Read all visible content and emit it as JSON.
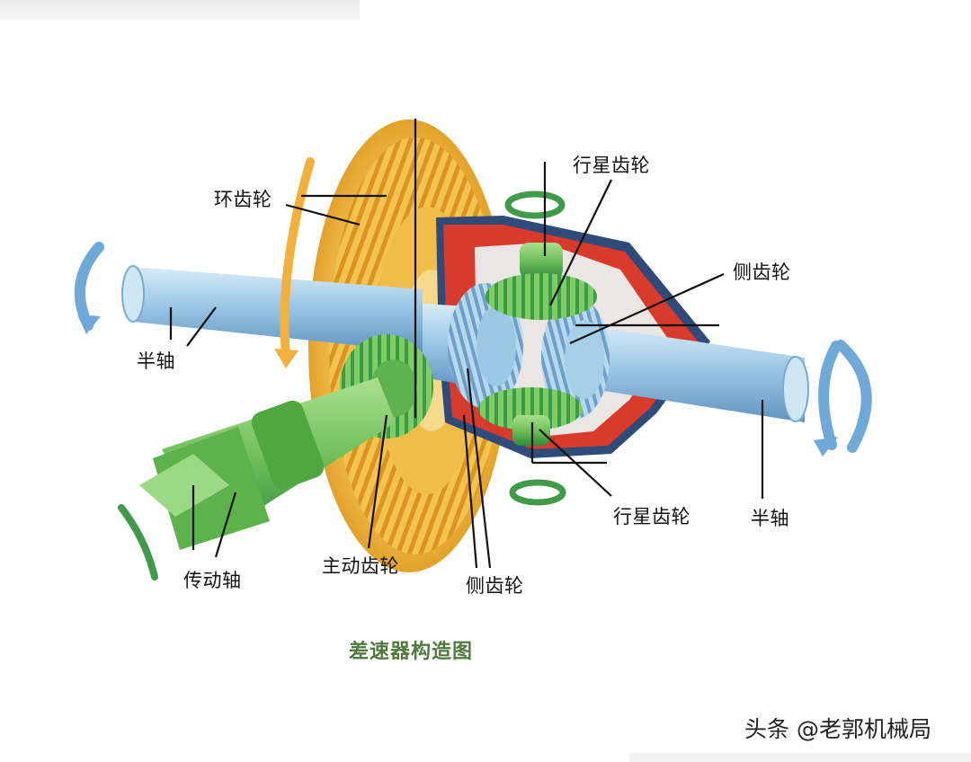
{
  "diagram": {
    "labels": {
      "ring_gear": "环齿轮",
      "planet_gear_top": "行星齿轮",
      "side_gear_right": "侧齿轮",
      "half_shaft_left": "半轴",
      "planet_gear_bottom": "行星齿轮",
      "half_shaft_right": "半轴",
      "drive_gear": "主动齿轮",
      "side_gear_bottom": "侧齿轮",
      "drive_shaft": "传动轴"
    },
    "caption": "差速器构造图",
    "watermark": "头条 @老郭机械局",
    "colors": {
      "ring_gear": "#f1b93a",
      "ring_gear_dark": "#c98a18",
      "shaft": "#9cc8e6",
      "shaft_dark": "#5f94bf",
      "housing": "#d83a2c",
      "housing_dark": "#2e4b7a",
      "green_gear": "#6fbf5a",
      "green_dark": "#2f8a3a",
      "rotation_arrow_blue": "#6fa9d8",
      "rotation_arrow_green": "#3f9a4a",
      "caption": "#4f7a3e"
    }
  }
}
